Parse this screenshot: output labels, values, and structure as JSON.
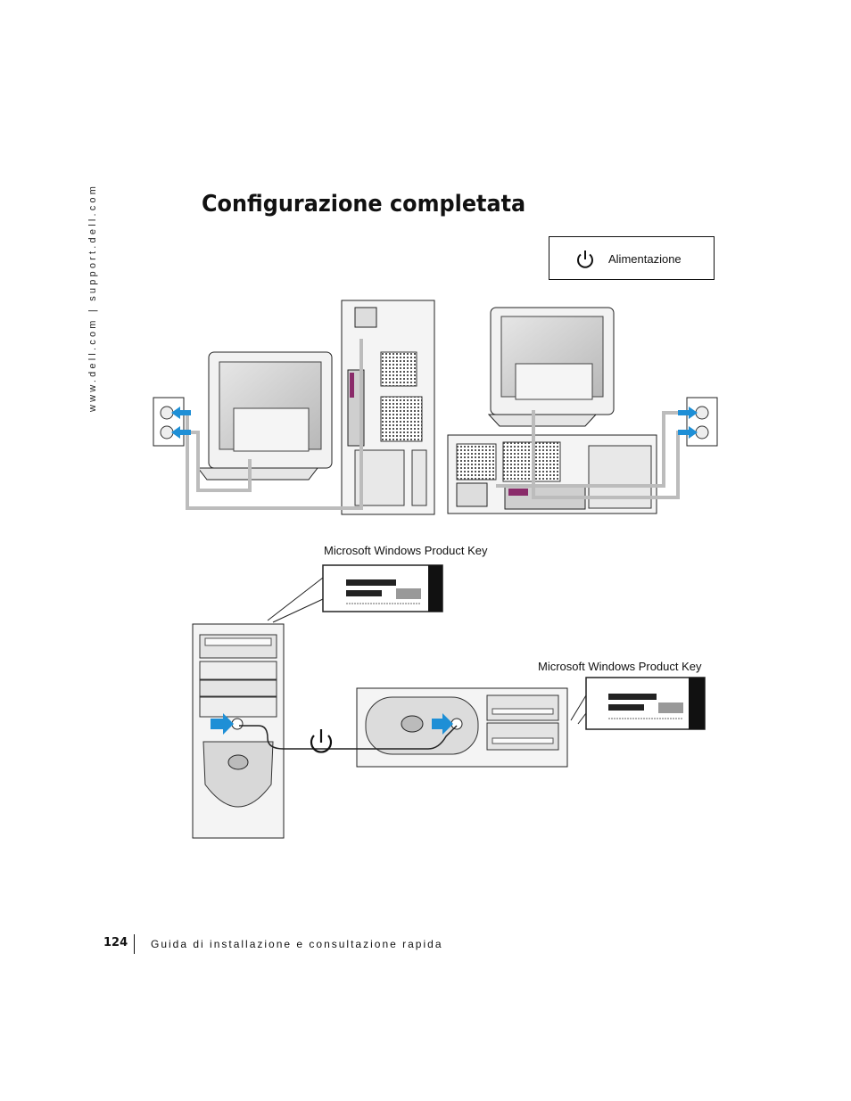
{
  "sidebar": {
    "url": "www.dell.com | support.dell.com"
  },
  "page": {
    "title": "Configurazione completata"
  },
  "legend": {
    "icon": "power-icon",
    "label": "Alimentazione"
  },
  "callouts": {
    "tower_key": "Microsoft Windows Product Key",
    "desktop_key": "Microsoft Windows Product Key"
  },
  "footer": {
    "page_number": "124",
    "guide_title": "Guida di installazione e consultazione rapida"
  },
  "colors": {
    "arrow": "#1e8fd6",
    "cable": "#bcbcbc",
    "line": "#222222"
  }
}
